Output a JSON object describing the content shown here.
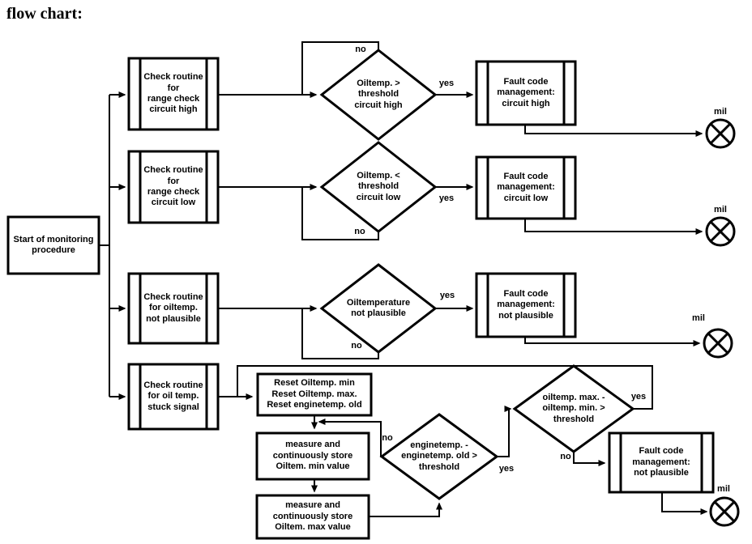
{
  "title": "flow chart:",
  "edge_labels": {
    "yes": "yes",
    "no": "no",
    "mil": "mil"
  },
  "nodes": {
    "start": "Start of monitoring\nprocedure",
    "check_circuit_high": "Check routine\nfor\nrange check\ncircuit high",
    "check_circuit_low": "Check routine\nfor\nrange check\ncircuit low",
    "check_not_plausible": "Check routine\nfor oiltemp.\nnot plausible",
    "check_stuck_signal": "Check routine\nfor oil temp.\nstuck signal",
    "decision_circuit_high": "Oiltemp. >\nthreshold\ncircuit high",
    "decision_circuit_low": "Oiltemp. <\nthreshold\ncircuit low",
    "decision_not_plausible": "Oiltemperature\nnot plausible",
    "decision_enginetemp": "enginetemp. -\nenginetemp. old >\nthreshold",
    "decision_oiltemp_range": "oiltemp. max. -\noiltemp. min. >\nthreshold",
    "fault_circuit_high": "Fault code\nmanagement:\ncircuit high",
    "fault_circuit_low": "Fault code\nmanagement:\ncircuit low",
    "fault_not_plausible_a": "Fault code\nmanagement:\nnot plausible",
    "fault_not_plausible_b": "Fault code\nmanagement:\nnot plausible",
    "reset": "Reset Oiltemp. min\nReset Oiltemp. max.\nReset enginetemp. old",
    "measure_min": "measure and\ncontinuously store\nOiltem. min value",
    "measure_max": "measure and\ncontinuously store\nOiltem. max value"
  },
  "colors": {
    "line": "#000000",
    "background": "#ffffff"
  }
}
